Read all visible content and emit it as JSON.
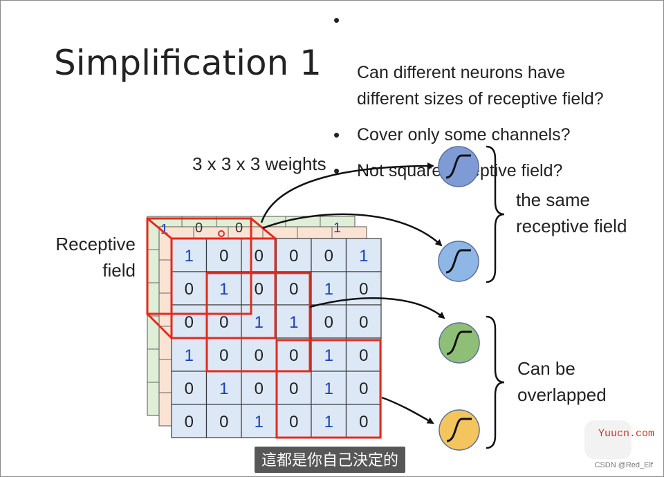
{
  "slide": {
    "title": "Simplification 1",
    "bullets": [
      "Can different neurons have\ndifferent sizes of receptive field?",
      "Cover only some channels?",
      "Not square receptive field?"
    ],
    "bullet_symbol": "•",
    "weights_label": "3 x 3 x 3 weights",
    "receptive_label": "Receptive\nfield",
    "same_label": "the same\nreceptive field",
    "overlap_label": "Can be\noverlapped",
    "matrix": [
      [
        "1",
        "0",
        "0",
        "0",
        "0",
        "1"
      ],
      [
        "0",
        "1",
        "0",
        "0",
        "1",
        "0"
      ],
      [
        "0",
        "0",
        "1",
        "1",
        "0",
        "0"
      ],
      [
        "1",
        "0",
        "0",
        "0",
        "1",
        "0"
      ],
      [
        "0",
        "1",
        "0",
        "0",
        "1",
        "0"
      ],
      [
        "0",
        "0",
        "1",
        "0",
        "1",
        "0"
      ]
    ],
    "back_layer_digits": [
      "1",
      "0",
      "0",
      "1"
    ],
    "neuron_colors": [
      "#7f9bd6",
      "#8fb7e6",
      "#8fbf77",
      "#f4c45e"
    ],
    "accent_red": "#e32a1e",
    "blue_digit": "#1a3fb8"
  },
  "overlay": {
    "subtitle": "這都是你自己決定的",
    "watermark": "Yuucn.com",
    "csdn": "CSDN @Red_Elf"
  }
}
